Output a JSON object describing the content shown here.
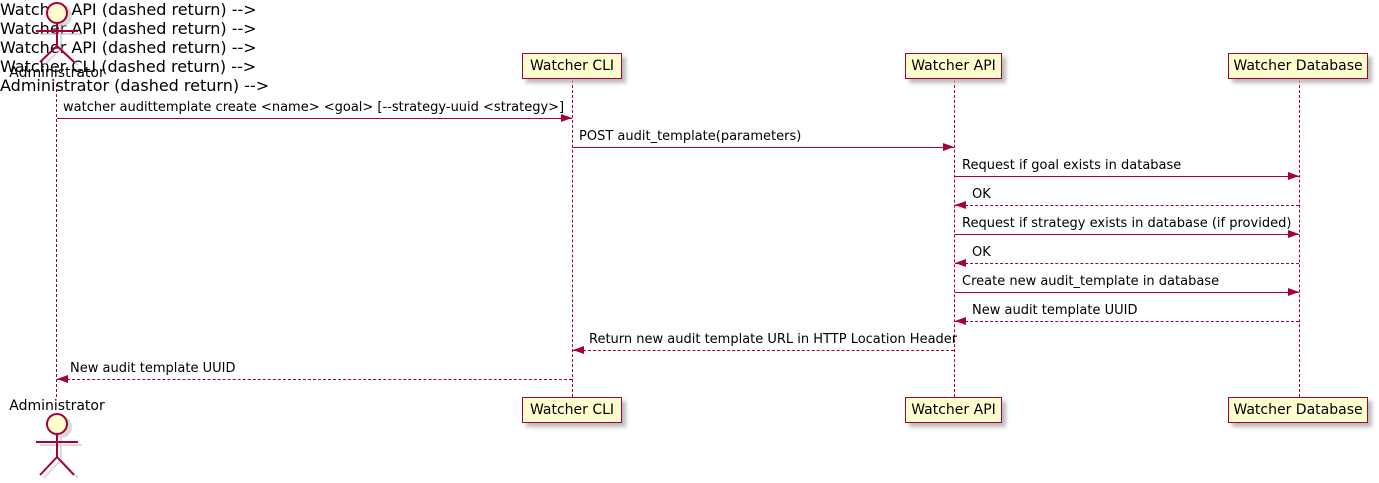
{
  "diagram": {
    "type": "uml-sequence",
    "title": "",
    "colors": {
      "line": "#A80036",
      "participant_fill": "#FEFECE",
      "text": "#000000",
      "background": "#FFFFFF"
    },
    "actors": [
      {
        "name": "Administrator",
        "kind": "actor"
      },
      {
        "name": "Watcher CLI",
        "kind": "participant"
      },
      {
        "name": "Watcher API",
        "kind": "participant"
      },
      {
        "name": "Watcher Database",
        "kind": "participant"
      }
    ],
    "messages": [
      {
        "from": "Administrator",
        "to": "Watcher CLI",
        "style": "solid",
        "text": "watcher audittemplate create <name> <goal> [--strategy-uuid <strategy>]"
      },
      {
        "from": "Watcher CLI",
        "to": "Watcher API",
        "style": "solid",
        "text": "POST audit_template(parameters)"
      },
      {
        "from": "Watcher API",
        "to": "Watcher Database",
        "style": "solid",
        "text": "Request if goal exists in database"
      },
      {
        "from": "Watcher Database",
        "to": "Watcher API",
        "style": "dashed",
        "text": "OK"
      },
      {
        "from": "Watcher API",
        "to": "Watcher Database",
        "style": "solid",
        "text": "Request if strategy exists in database (if provided)"
      },
      {
        "from": "Watcher Database",
        "to": "Watcher API",
        "style": "dashed",
        "text": "OK"
      },
      {
        "from": "Watcher API",
        "to": "Watcher Database",
        "style": "solid",
        "text": "Create new audit_template in database"
      },
      {
        "from": "Watcher Database",
        "to": "Watcher API",
        "style": "dashed",
        "text": "New audit template UUID"
      },
      {
        "from": "Watcher API",
        "to": "Watcher CLI",
        "style": "dashed",
        "text": "Return new audit template URL in HTTP Location Header"
      },
      {
        "from": "Watcher CLI",
        "to": "Administrator",
        "style": "dashed",
        "text": "New audit template UUID"
      }
    ]
  }
}
